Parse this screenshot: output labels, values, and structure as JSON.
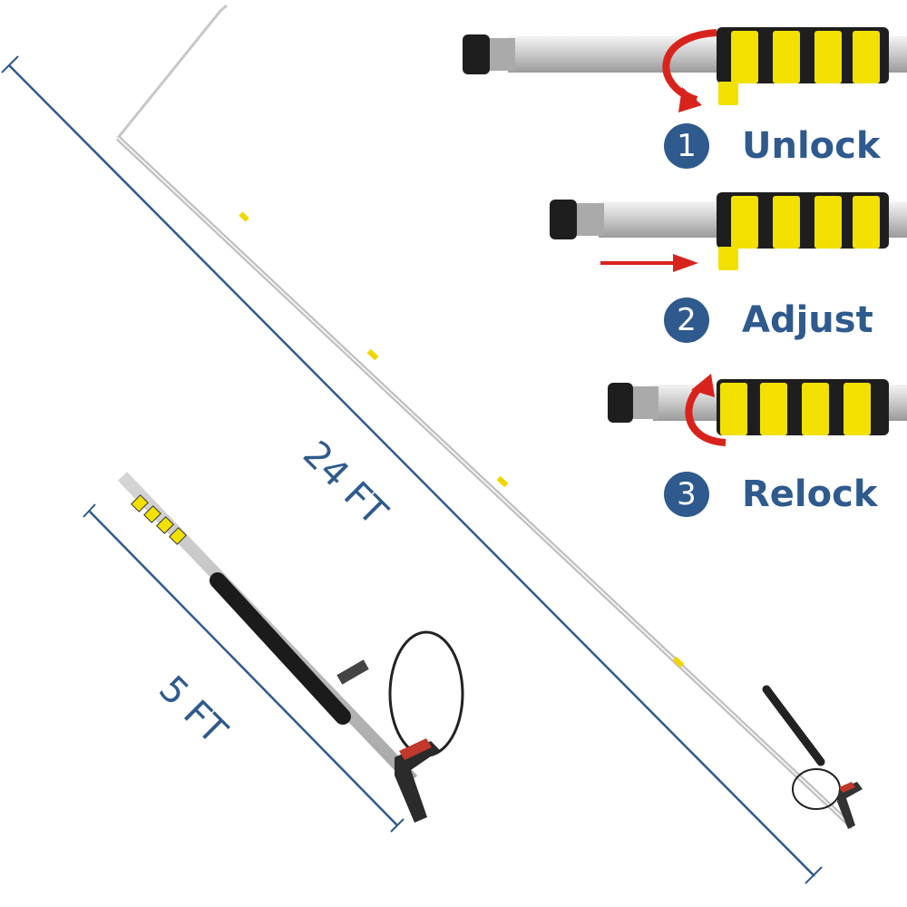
{
  "dimensions": {
    "long_label": "24 FT",
    "short_label": "5 FT"
  },
  "steps": [
    {
      "number": "1",
      "label": "Unlock"
    },
    {
      "number": "2",
      "label": "Adjust"
    },
    {
      "number": "3",
      "label": "Relock"
    }
  ],
  "colors": {
    "accent": "#2f5a8e",
    "clamp": "#f2e100",
    "arrow": "#d8231c"
  }
}
